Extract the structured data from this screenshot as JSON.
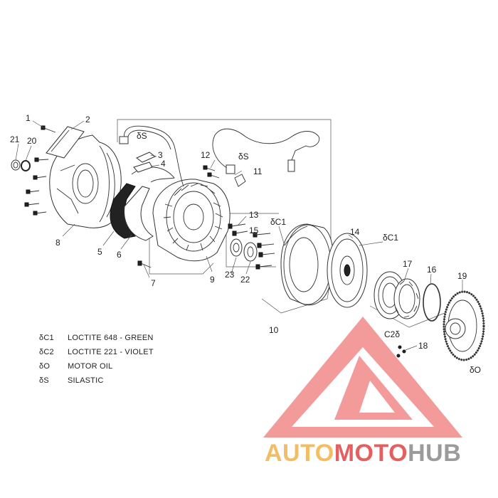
{
  "labels": {
    "p1": "1",
    "p2": "2",
    "p3": "3",
    "p4": "4",
    "p5": "5",
    "p6": "6",
    "p7": "7",
    "p8": "8",
    "p9": "9",
    "p10": "10",
    "p11": "11",
    "p12": "12",
    "p13": "13",
    "p14": "14",
    "p15": "15",
    "p16": "16",
    "p17": "17",
    "p18": "18",
    "p19": "19",
    "p20": "20",
    "p21": "21",
    "p22": "22",
    "p23": "23"
  },
  "callouts": {
    "s_top": "δS",
    "s_wire": "δS",
    "c1_a": "δC1",
    "c1_b": "δC1",
    "c2": "C2δ",
    "o": "δO"
  },
  "legend": [
    {
      "code": "δC1",
      "text": "LOCTITE 648 - GREEN"
    },
    {
      "code": "δC2",
      "text": "LOCTITE 221 - VIOLET"
    },
    {
      "code": "δO",
      "text": "MOTOR OIL"
    },
    {
      "code": "δS",
      "text": "SILASTIC"
    }
  ],
  "watermark": {
    "part1": "AUTO",
    "part2": "MOTO",
    "part3": "HUB",
    "colors": {
      "orange": "#f2b24a",
      "red": "#e04545",
      "gray": "#8a8a8a"
    }
  }
}
